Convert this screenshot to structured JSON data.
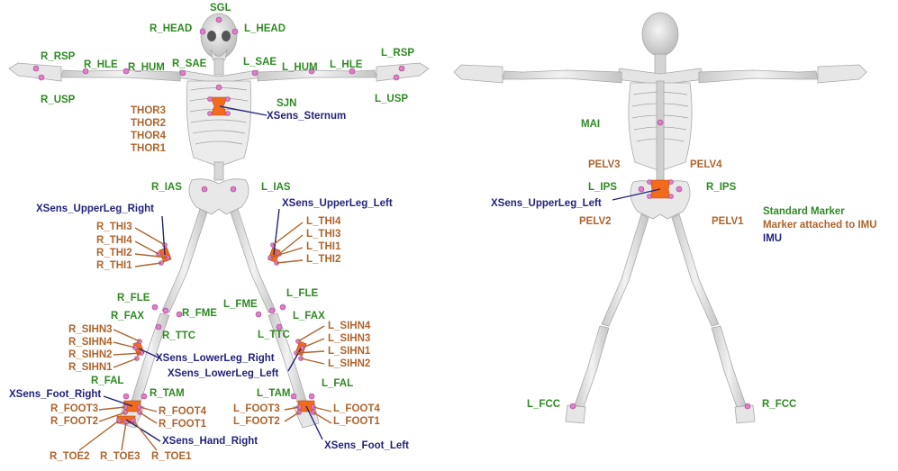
{
  "colors": {
    "standard": "#2e8b22",
    "imu_marker": "#b0642c",
    "imu": "#23237d",
    "marker_dot": "#e07cc9",
    "imu_box": "#f26a1b",
    "bone": "#dcdcdc"
  },
  "legend": {
    "standard": "Standard Marker",
    "imu_marker": "Marker attached to IMU",
    "imu": "IMU"
  },
  "front": {
    "sgl": "SGL",
    "r_head": "R_HEAD",
    "l_head": "L_HEAD",
    "r_rsp": "R_RSP",
    "r_hle": "R_HLE",
    "r_hum": "R_HUM",
    "r_sae": "R_SAE",
    "l_sae": "L_SAE",
    "l_hum": "L_HUM",
    "l_hle": "L_HLE",
    "l_rsp": "L_RSP",
    "r_usp": "R_USP",
    "l_usp": "L_USP",
    "sjn": "SJN",
    "xsens_sternum": "XSens_Sternum",
    "thor3": "THOR3",
    "thor2": "THOR2",
    "thor4": "THOR4",
    "thor1": "THOR1",
    "r_ias": "R_IAS",
    "l_ias": "L_IAS",
    "xsens_upperleg_right": "XSens_UpperLeg_Right",
    "xsens_upperleg_left": "XSens_UpperLeg_Left",
    "r_thi3": "R_THI3",
    "r_thi4": "R_THI4",
    "r_thi2": "R_THI2",
    "r_thi1": "R_THI1",
    "l_thi4": "L_THI4",
    "l_thi3": "L_THI3",
    "l_thi1": "L_THI1",
    "l_thi2": "L_THI2",
    "r_fle": "R_FLE",
    "r_fax": "R_FAX",
    "r_fme": "R_FME",
    "r_ttc": "R_TTC",
    "l_fme": "L_FME",
    "l_fle": "L_FLE",
    "l_fax": "L_FAX",
    "l_ttc": "L_TTC",
    "r_sihn3": "R_SIHN3",
    "r_sihn4": "R_SIHN4",
    "r_sihn2": "R_SIHN2",
    "r_sihn1": "R_SIHN1",
    "l_sihn4": "L_SIHN4",
    "l_sihn3": "L_SIHN3",
    "l_sihn1": "L_SIHN1",
    "l_sihn2": "L_SIHN2",
    "xsens_lowerleg_right": "XSens_LowerLeg_Right",
    "xsens_lowerleg_left": "XSens_LowerLeg_Left",
    "r_fal": "R_FAL",
    "r_tam": "R_TAM",
    "l_tam": "L_TAM",
    "l_fal": "L_FAL",
    "xsens_foot_right": "XSens_Foot_Right",
    "r_foot3": "R_FOOT3",
    "r_foot2": "R_FOOT2",
    "r_foot4": "R_FOOT4",
    "r_foot1": "R_FOOT1",
    "l_foot3": "L_FOOT3",
    "l_foot2": "L_FOOT2",
    "l_foot4": "L_FOOT4",
    "l_foot1": "L_FOOT1",
    "xsens_hand_right": "XSens_Hand_Right",
    "xsens_foot_left": "XSens_Foot_Left",
    "r_toe2": "R_TOE2",
    "r_toe3": "R_TOE3",
    "r_toe1": "R_TOE1"
  },
  "back": {
    "mai": "MAI",
    "pelv3": "PELV3",
    "pelv4": "PELV4",
    "l_ips": "L_IPS",
    "r_ips": "R_IPS",
    "xsens_upperleg_left": "XSens_UpperLeg_Left",
    "pelv2": "PELV2",
    "pelv1": "PELV1",
    "l_fcc": "L_FCC",
    "r_fcc": "R_FCC"
  }
}
